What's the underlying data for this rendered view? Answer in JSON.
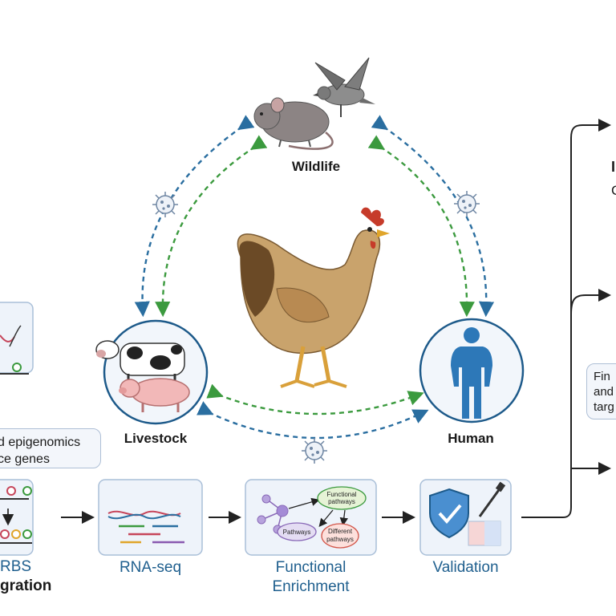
{
  "cycle": {
    "wildlife_label": "Wildlife",
    "livestock_label": "Livestock",
    "human_label": "Human"
  },
  "left_panel": {
    "note_line1": "d epigenomics",
    "note_line2": "ce genes",
    "step_line1": "RBS",
    "step_line2": "gration"
  },
  "workflow": {
    "rnaseq_label": "RNA-seq",
    "enrichment_line1": "Functional",
    "enrichment_line2": "Enrichment",
    "validation_label": "Validation",
    "enrichment_nodes": {
      "functional_pathways_1": "Functional",
      "functional_pathways_2": "pathways",
      "pathways": "Pathways",
      "different_1": "Different",
      "different_2": "pathways"
    }
  },
  "right_panel": {
    "cut_line1": "I",
    "cut_line2": "C",
    "note_line1": "Fin",
    "note_line2": "and",
    "note_line3": "targ"
  },
  "colors": {
    "blue_arrow": "#2a6ea0",
    "green_arrow": "#3b9a3e",
    "ring": "#1d5a8a",
    "step_text": "#1f5f8e"
  }
}
